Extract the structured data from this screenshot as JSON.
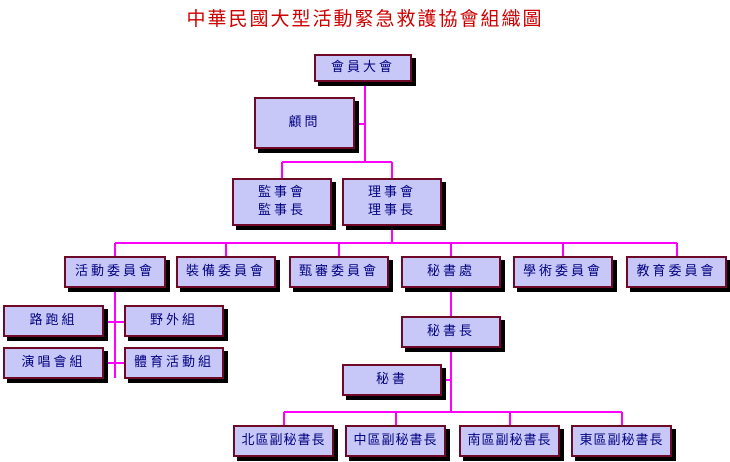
{
  "title": "中華民國大型活動緊急救護協會組織圖",
  "colors": {
    "title": "#cc0000",
    "connector": "#ff00ff",
    "box_fill": "#c8c8f8",
    "box_border": "#6e0a28",
    "box_text": "#000080"
  },
  "nodes": {
    "general_assembly": "會員大會",
    "advisor": "顧問",
    "supervisors": {
      "line1": "監事會",
      "line2": "監事長"
    },
    "directors": {
      "line1": "理事會",
      "line2": "理事長"
    },
    "activity_committee": "活動委員會",
    "equipment_committee": "裝備委員會",
    "review_committee": "甄審委員會",
    "secretariat": "秘書處",
    "academic_committee": "學術委員會",
    "education_committee": "教育委員會",
    "road_race_group": "路跑組",
    "outdoor_group": "野外組",
    "concert_group": "演唱會組",
    "sports_event_group": "體育活動組",
    "secretary_general": "秘書長",
    "secretary": "秘書",
    "north_deputy": "北區副秘書長",
    "central_deputy": "中區副秘書長",
    "south_deputy": "南區副秘書長",
    "east_deputy": "東區副秘書長"
  }
}
